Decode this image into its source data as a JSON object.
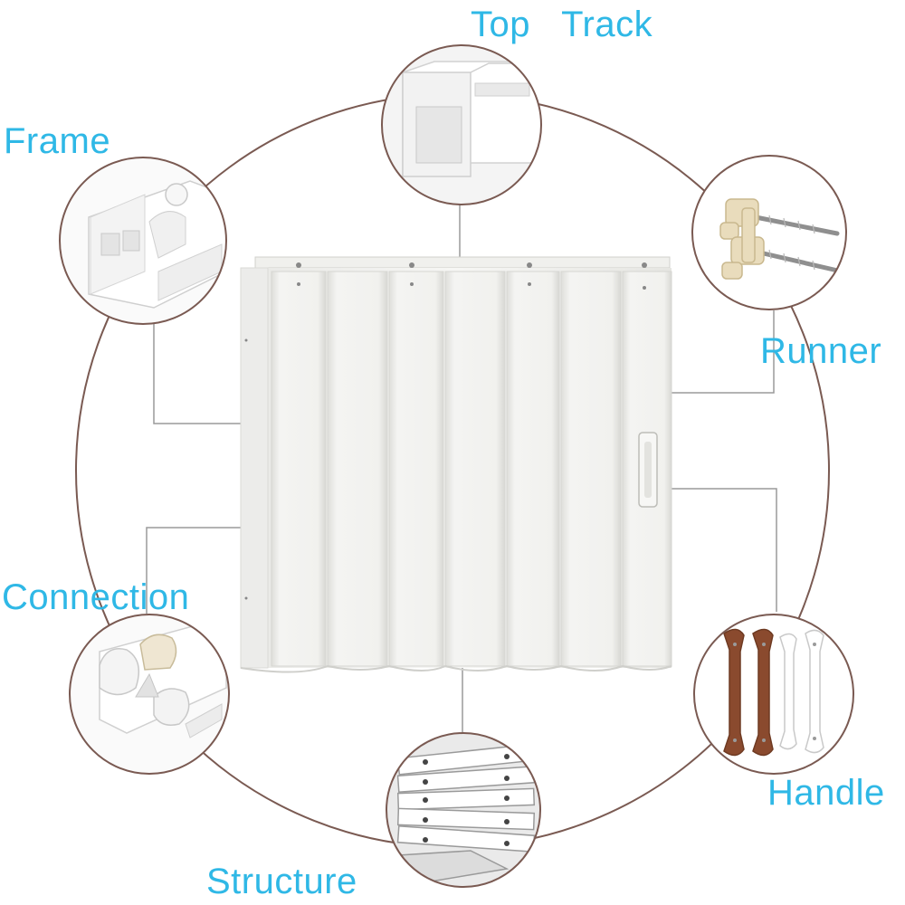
{
  "labels": {
    "top_track": "Top   Track",
    "frame": "Frame",
    "runner": "Runner",
    "connection": "Connection",
    "handle": "Handle",
    "structure": "Structure"
  },
  "colors": {
    "label": "#2fb8e6",
    "ring": "#7a5a52",
    "leader": "#9a9a9a",
    "door": "#f1f1ee",
    "runner_part": "#e9dcbc",
    "handle_brown": "#8a4a2e"
  }
}
